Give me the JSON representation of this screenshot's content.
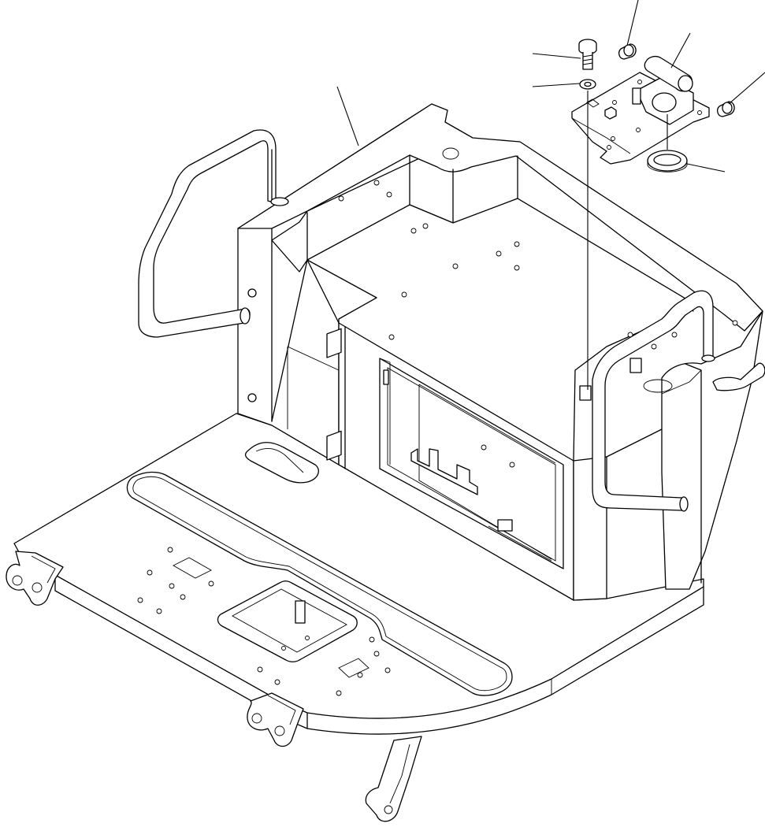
{
  "drawing": {
    "type": "exploded-parts-diagram",
    "labels": [],
    "line_color": "#000000",
    "background": "#ffffff",
    "parts": [
      {
        "name": "cab-floor-frame"
      },
      {
        "name": "left-handrail"
      },
      {
        "name": "right-handrail"
      },
      {
        "name": "cover-plate"
      },
      {
        "name": "bolt"
      },
      {
        "name": "washer"
      },
      {
        "name": "grommet"
      },
      {
        "name": "hinge-pin"
      },
      {
        "name": "bushing"
      },
      {
        "name": "rubber-seal-ring"
      },
      {
        "name": "mounting-bracket-front-left"
      },
      {
        "name": "mounting-bracket-front-center"
      },
      {
        "name": "mounting-bracket-rear"
      }
    ]
  }
}
